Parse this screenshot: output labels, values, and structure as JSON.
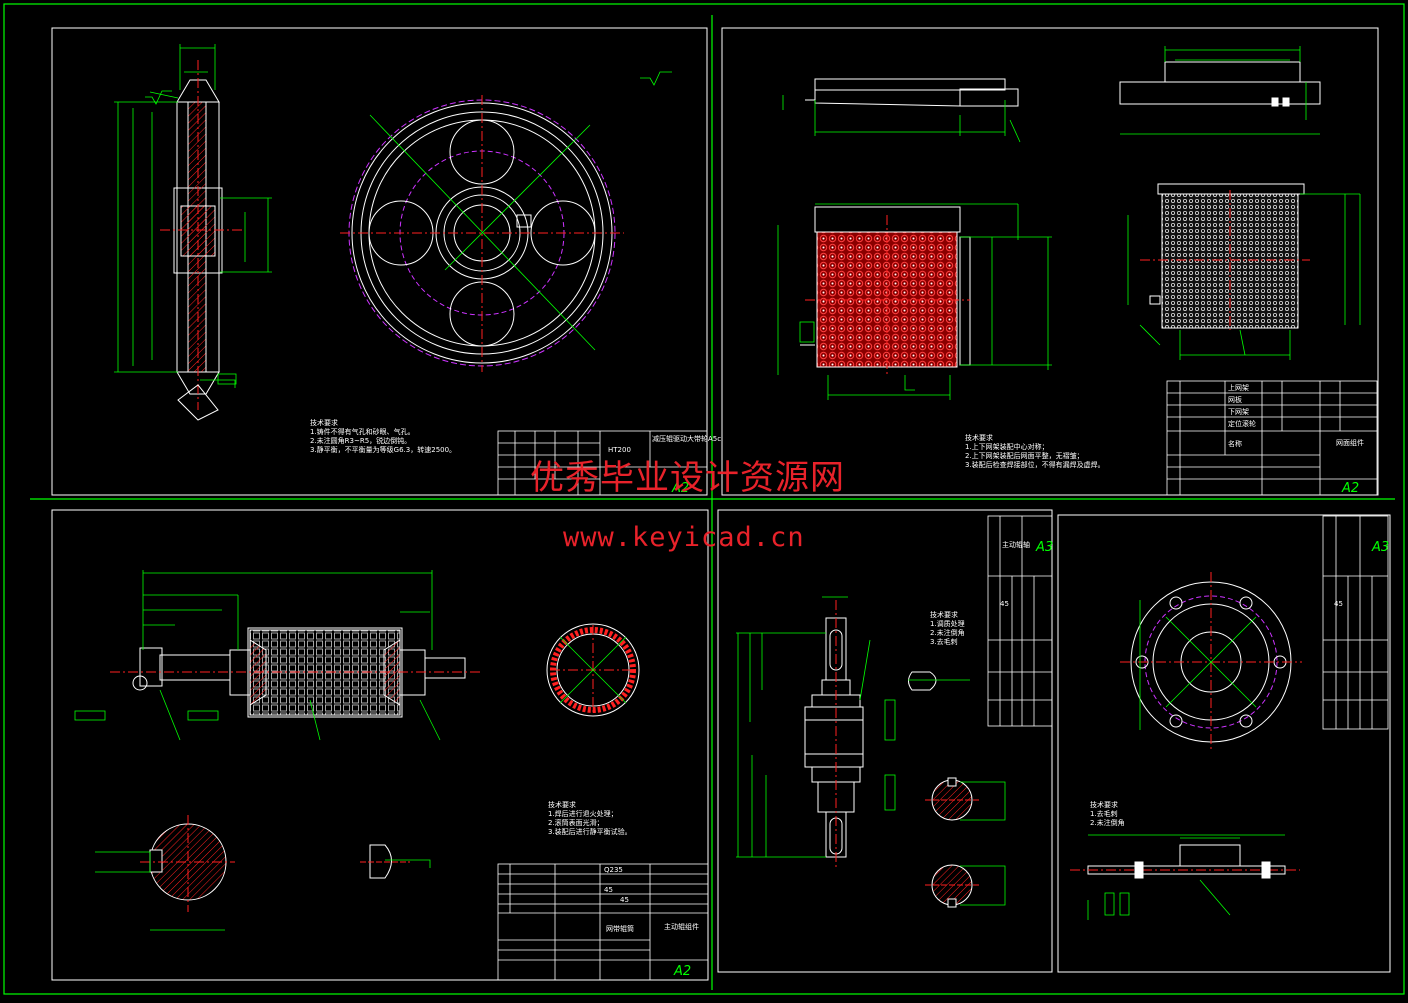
{
  "drawing": {
    "colors": {
      "background": "#000000",
      "frame": "#00ff00",
      "outline": "#ffffff",
      "dimension": "#00ff00",
      "centerline": "#ff2020",
      "pitch_circle": "#cc33ff",
      "hatch": "#ff2020",
      "watermark": "#e8222a"
    },
    "sheets": [
      {
        "id": "sheet-pulley",
        "scale_label": "A2",
        "title_block": {
          "material": "HT200",
          "name": "减压辊驱动大带轮A5c"
        },
        "tech_notes": [
          "技术要求",
          "1.铸件不得有气孔和砂眼、气孔。",
          "2.未注圆角R3~R5，锐边倒钝。",
          "3.静平衡，不平衡量为等级G6.3，转速2500。"
        ]
      },
      {
        "id": "sheet-mold",
        "scale_label": "A2",
        "title_block": {
          "name": "网面组件",
          "rows": [
            "上网架",
            "网板",
            "下网架",
            "定位滚轮",
            "名称"
          ]
        },
        "tech_notes": [
          "技术要求",
          "1.上下网架装配中心对称；",
          "2.上下网架装配后网面平整，无褶皱；",
          "3.装配后检查焊接部位，不得有漏焊及虚焊。"
        ]
      },
      {
        "id": "sheet-roller",
        "scale_label": "A2",
        "title_block": {
          "name": "主动辊组件",
          "material": "45",
          "rows": [
            "Q235",
            "45"
          ],
          "part_name": "网带辊筒"
        },
        "tech_notes": [
          "技术要求",
          "1.焊后进行退火处理；",
          "2.滚筒表面光滑；",
          "3.装配后进行静平衡试验。"
        ]
      },
      {
        "id": "sheet-shaft",
        "scale_label": "A3",
        "title_block": {
          "name": "主动辊轴",
          "material": "45"
        },
        "tech_notes": [
          "技术要求",
          "1.调质处理",
          "2.未注倒角",
          "3.去毛刺"
        ]
      },
      {
        "id": "sheet-flange",
        "scale_label": "A3",
        "title_block": {
          "material": "45"
        },
        "tech_notes": [
          "技术要求",
          "1.去毛刺",
          "2.未注倒角"
        ]
      }
    ],
    "watermarks": {
      "cn": "优秀毕业设计资源网",
      "url": "www.keyicad.cn"
    }
  }
}
